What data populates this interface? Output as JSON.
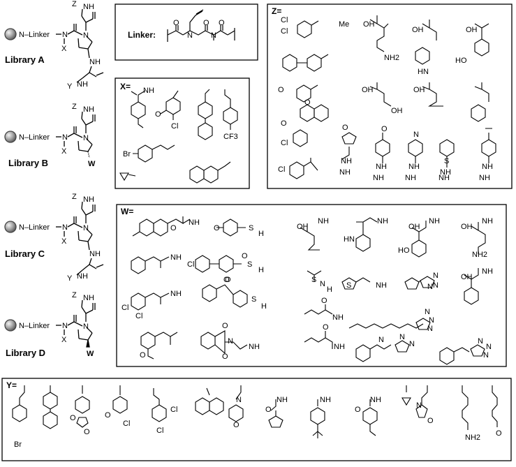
{
  "libraries": [
    {
      "label": "Library A",
      "resin": "N–Linker",
      "x": "X",
      "z": "Z",
      "nh": "NH",
      "y": "Y",
      "y_nh": "NH"
    },
    {
      "label": "Library B",
      "resin": "N–Linker",
      "x": "X",
      "z": "Z",
      "nh": "NH",
      "w": "W"
    },
    {
      "label": "Library C",
      "resin": "N–Linker",
      "x": "X",
      "z": "Z",
      "nh": "NH",
      "y": "Y",
      "y_nh": "NH"
    },
    {
      "label": "Library D",
      "resin": "N–Linker",
      "x": "X",
      "z": "Z",
      "nh": "NH",
      "w": "W"
    }
  ],
  "linker_box": {
    "title": "Linker:"
  },
  "x_box": {
    "title": "X=",
    "labels": [
      "NH",
      "O",
      "Cl",
      "CF3",
      "Br"
    ]
  },
  "z_box": {
    "title": "Z=",
    "labels": [
      "Cl",
      "Cl",
      "Me",
      "OH",
      "NH2",
      "HN",
      "OH",
      "HO",
      "OH",
      "O",
      "OH",
      "OH",
      "OH",
      "Cl",
      "O",
      "NH",
      "NH",
      "NH",
      "O",
      "S",
      "NH",
      "NH",
      "Cl",
      "NH",
      "NH",
      "N",
      "NH",
      "NH",
      "NH",
      "O",
      "O"
    ]
  },
  "w_box": {
    "title": "W=",
    "labels": [
      "O",
      "NH",
      "O",
      "S",
      "H",
      "OH",
      "NH",
      "HN",
      "NH",
      "OH",
      "NH",
      "OH",
      "NH",
      "HO",
      "NH2",
      "NH",
      "Cl",
      "S",
      "O",
      "H",
      "O",
      "S",
      "N",
      "H",
      "NH",
      "S",
      "N",
      "N",
      "N",
      "OH",
      "NH",
      "Cl",
      "Cl",
      "NH",
      "O",
      "S",
      "H",
      "O",
      "NH",
      "N",
      "N",
      "N",
      "O",
      "O",
      "N",
      "O",
      "NH",
      "O",
      "NH",
      "N",
      "N",
      "N",
      "N",
      "N",
      "N"
    ]
  },
  "y_box": {
    "title": "Y=",
    "labels": [
      "Br",
      "O",
      "O",
      "O",
      "Cl",
      "Cl",
      "Cl",
      "N",
      "O",
      "NH",
      "O",
      "NH",
      "NH",
      "O",
      "N",
      "O",
      "NH2",
      "O"
    ]
  }
}
